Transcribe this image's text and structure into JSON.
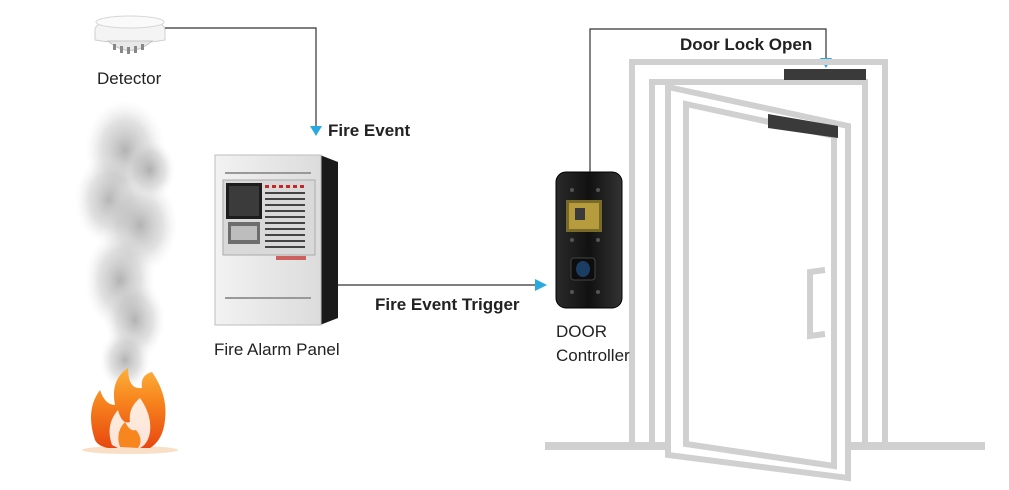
{
  "labels": {
    "detector": "Detector",
    "fire_event": "Fire Event",
    "fire_alarm_panel": "Fire Alarm Panel",
    "fire_event_trigger": "Fire Event Trigger",
    "door_controller_line1": "DOOR",
    "door_controller_line2": "Controller",
    "door_lock_open": "Door Lock Open"
  },
  "colors": {
    "arrow": "#29a9e0",
    "line": "#333333",
    "door_frame": "#d0d0d0",
    "lock": "#3a3a3a",
    "smoke": "#c8c8c8",
    "flame": "#f47a1f"
  }
}
